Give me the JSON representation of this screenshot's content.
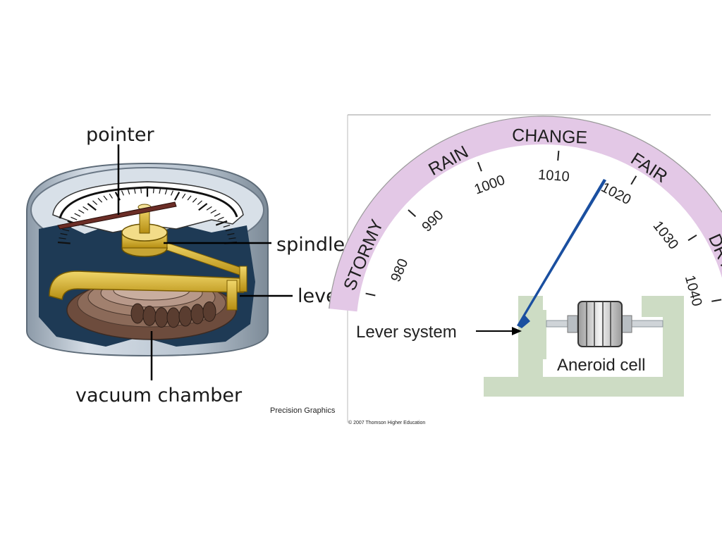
{
  "left_panel": {
    "labels": {
      "pointer": "pointer",
      "spindle": "spindle",
      "lever": "lever",
      "vacuum_chamber": "vacuum chamber"
    },
    "credit": "Precision Graphics"
  },
  "right_panel": {
    "weather_words": [
      "STORMY",
      "RAIN",
      "CHANGE",
      "FAIR",
      "DRY"
    ],
    "pressure_ticks": [
      "980",
      "990",
      "1000",
      "1010",
      "1020",
      "1030",
      "1040"
    ],
    "labels": {
      "lever_system": "Lever system",
      "aneroid_cell": "Aneroid cell"
    },
    "credit": "© 2007 Thomson Higher Education"
  },
  "colors": {
    "arc_band": "#e3c8e6",
    "needle": "#1a4fa0",
    "frame": "#cddcc4",
    "gold": "#d6b12a",
    "chamber": "#7a5a4a"
  }
}
